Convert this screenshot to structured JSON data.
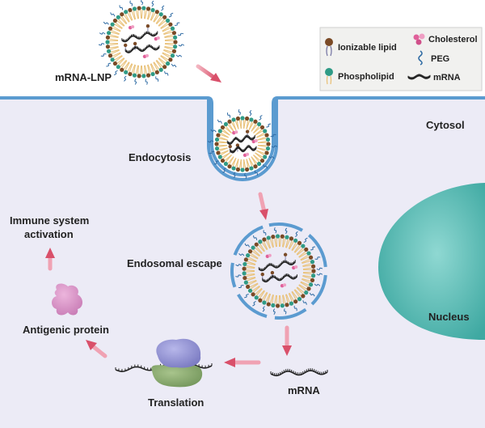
{
  "labels": {
    "mrna_lnp": "mRNA-LNP",
    "cytosol": "Cytosol",
    "endocytosis": "Endocytosis",
    "endosomal_escape": "Endosomal escape",
    "immune_line1": "Immune system",
    "immune_line2": "activation",
    "antigenic_protein": "Antigenic protein",
    "translation": "Translation",
    "mrna": "mRNA",
    "nucleus": "Nucleus"
  },
  "legend": {
    "ionizable_lipid": "Ionizable lipid",
    "cholesterol": "Cholesterol",
    "peg": "PEG",
    "phospholipid": "Phospholipid",
    "mrna": "mRNA"
  },
  "colors": {
    "cytosol_fill": "#ecebf6",
    "membrane": "#5b9bd0",
    "ionizable_lipid": "#7a4a26",
    "phospholipid": "#2f9b86",
    "cholesterol": "#e0609a",
    "peg": "#2d6aa3",
    "lipid_tail": "#e9c27b",
    "nucleus": "#4fb9b2",
    "arrow": "#d9506a",
    "ribosome_large": "#8f8fd0",
    "ribosome_small": "#86a56a",
    "antigen": "#d98fc5"
  }
}
